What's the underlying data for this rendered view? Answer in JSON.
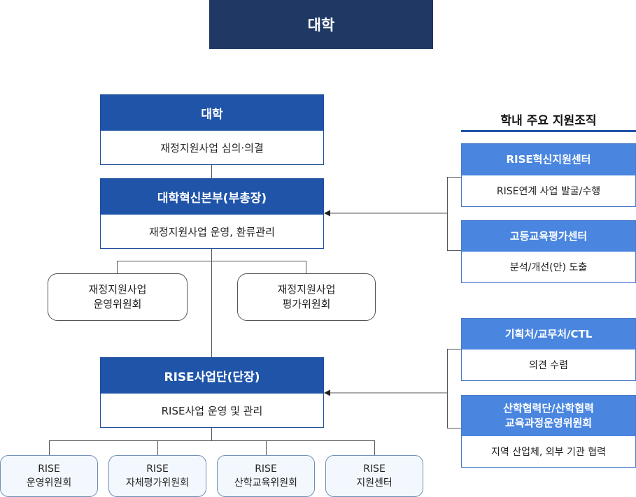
{
  "top_banner": {
    "title": "대학"
  },
  "side_title": "학내 주요 지원조직",
  "main": {
    "university": {
      "title": "대학",
      "desc": "재정지원사업 심의·의결"
    },
    "hq": {
      "title": "대학혁신본부(부총장)",
      "desc": "재정지원사업 운영, 환류관리"
    },
    "committee_ops": {
      "line1": "재정지원사업",
      "line2": "운영위원회"
    },
    "committee_eval": {
      "line1": "재정지원사업",
      "line2": "평가위원회"
    },
    "rise_unit": {
      "title": "RISE사업단(단장)",
      "desc": "RISE사업 운영 및 관리"
    }
  },
  "bottom": [
    {
      "line1": "RISE",
      "line2": "운영위원회"
    },
    {
      "line1": "RISE",
      "line2": "자체평가위원회"
    },
    {
      "line1": "RISE",
      "line2": "산학교육위원회"
    },
    {
      "line1": "RISE",
      "line2": "지원센터"
    }
  ],
  "support": [
    {
      "title": "RISE혁신지원센터",
      "desc": "RISE연계 사업 발굴/수행"
    },
    {
      "title": "고등교육평가센터",
      "desc": "분석/개선(안) 도출"
    },
    {
      "title": "기획처/교무처/CTL",
      "desc": "의견 수렴"
    },
    {
      "title_line1": "산학협력단/산학협력",
      "title_line2": "교육과정운영위원회",
      "desc": "지역 산업체, 외부 기관 협력"
    }
  ],
  "colors": {
    "banner": "#1f3864",
    "main_header": "#1f54a8",
    "support_header": "#4a86e0",
    "bottom_fill": "#f3f8fe"
  }
}
